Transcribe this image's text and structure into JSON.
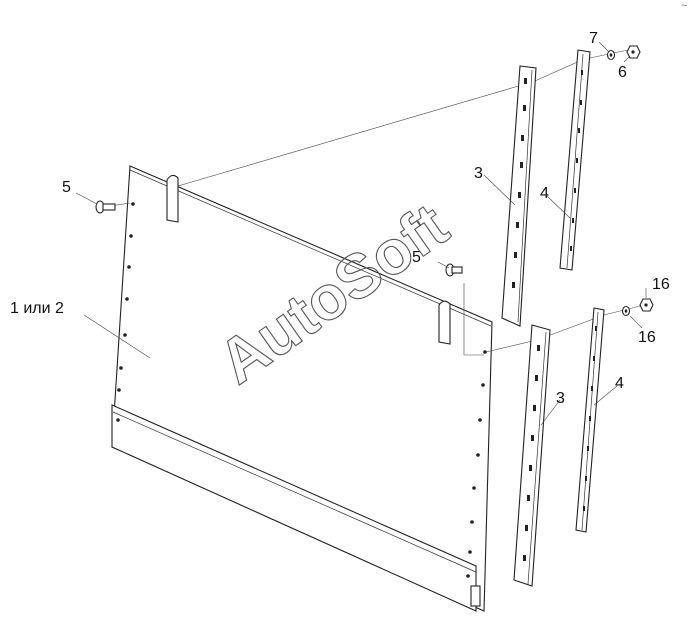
{
  "diagram": {
    "labels": {
      "panel": "1 или 2",
      "bolt_left": "5",
      "bolt_mid": "5",
      "strap_top": "3",
      "strap_bottom": "3",
      "rail_top": "4",
      "rail_bottom": "4",
      "washer_top": "7",
      "nut_top": "6",
      "nut_bottom_a": "16",
      "nut_bottom_b": "16"
    },
    "watermark": "AutoSoft",
    "corner_mark": "~"
  }
}
